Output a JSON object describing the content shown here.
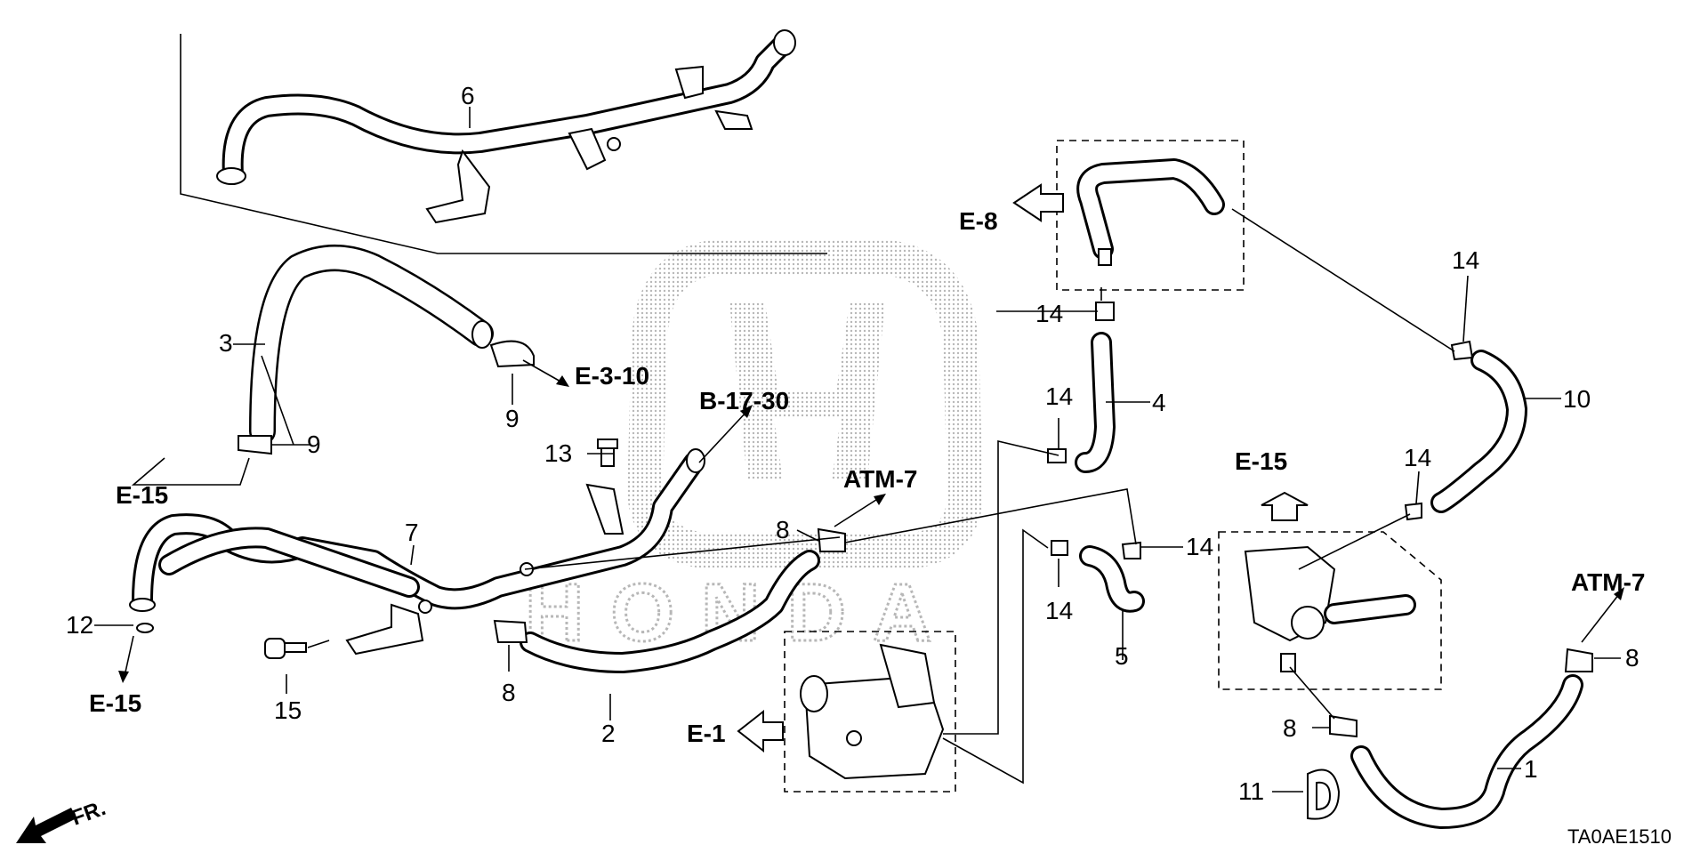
{
  "watermark": "HONDA",
  "diagram_code": "TA0AE1510",
  "front_indicator": "FR.",
  "part_numbers": {
    "p1": "1",
    "p2": "2",
    "p3": "3",
    "p4": "4",
    "p5": "5",
    "p6": "6",
    "p7": "7",
    "p8a": "8",
    "p8b": "8",
    "p8c": "8",
    "p8d": "8",
    "p9a": "9",
    "p9b": "9",
    "p10": "10",
    "p11": "11",
    "p12": "12",
    "p13": "13",
    "p14a": "14",
    "p14b": "14",
    "p14c": "14",
    "p14d": "14",
    "p14e": "14",
    "p14f": "14",
    "p15": "15"
  },
  "references": {
    "e8": "E-8",
    "e3_10": "E-3-10",
    "b17_30": "B-17-30",
    "atm7_center": "ATM-7",
    "atm7_right": "ATM-7",
    "e15_left_upper": "E-15",
    "e15_left_lower": "E-15",
    "e15_right": "E-15",
    "e1": "E-1"
  }
}
